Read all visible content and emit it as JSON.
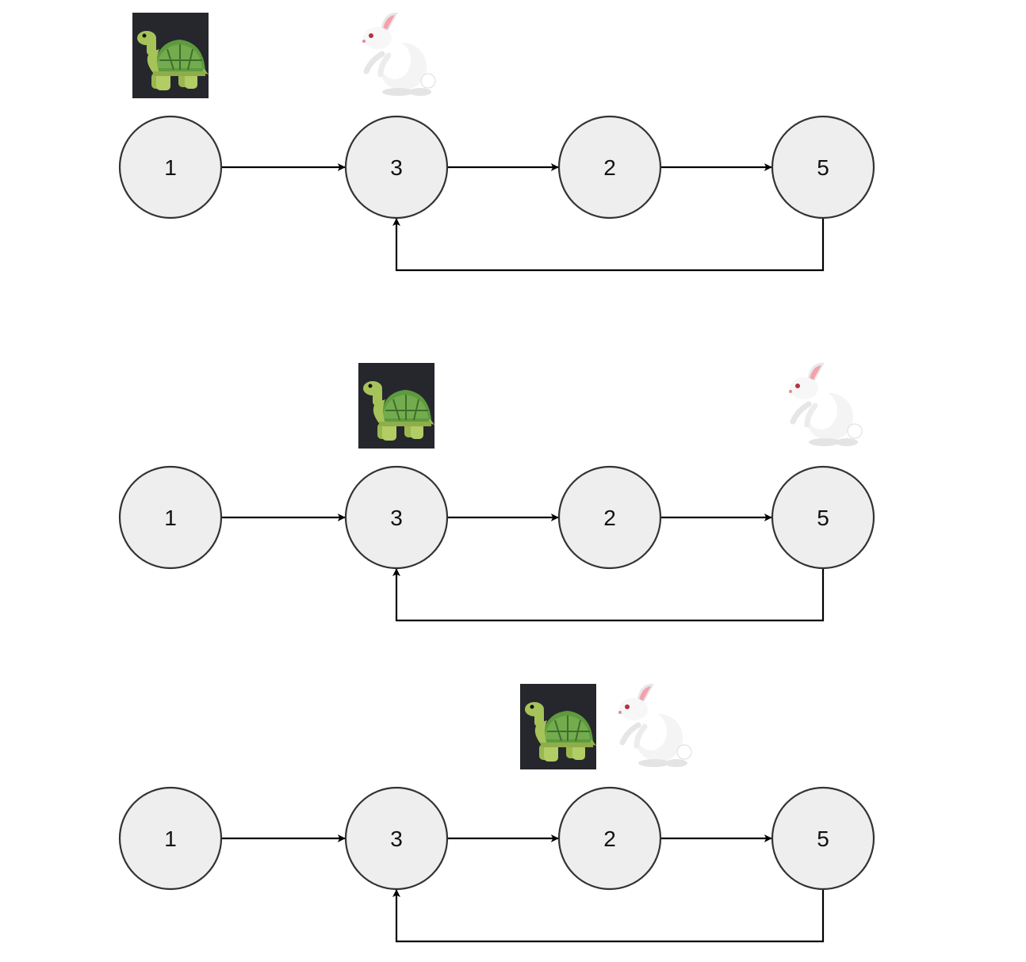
{
  "colors": {
    "node_fill": "#eeeeee",
    "node_stroke": "#333333",
    "edge": "#000000",
    "turtle_tile_bg": "#25272c",
    "turtle_shell": "#5e9a3e",
    "turtle_body": "#a6c35a",
    "rabbit_body": "#f4f4f4",
    "rabbit_ear_inner": "#f2a3ad"
  },
  "icons": {
    "tortoise": "turtle-emoji-icon",
    "hare": "rabbit-emoji-icon"
  },
  "panels": [
    {
      "nodes": [
        "1",
        "3",
        "2",
        "5"
      ],
      "tortoise_at_node": "1",
      "hare_at_node": "3",
      "cycle": {
        "from": "5",
        "to": "3"
      }
    },
    {
      "nodes": [
        "1",
        "3",
        "2",
        "5"
      ],
      "tortoise_at_node": "3",
      "hare_at_node": "5",
      "cycle": {
        "from": "5",
        "to": "3"
      }
    },
    {
      "nodes": [
        "1",
        "3",
        "2",
        "5"
      ],
      "tortoise_at_node": "2",
      "hare_at_node": "2",
      "cycle": {
        "from": "5",
        "to": "3"
      }
    }
  ]
}
